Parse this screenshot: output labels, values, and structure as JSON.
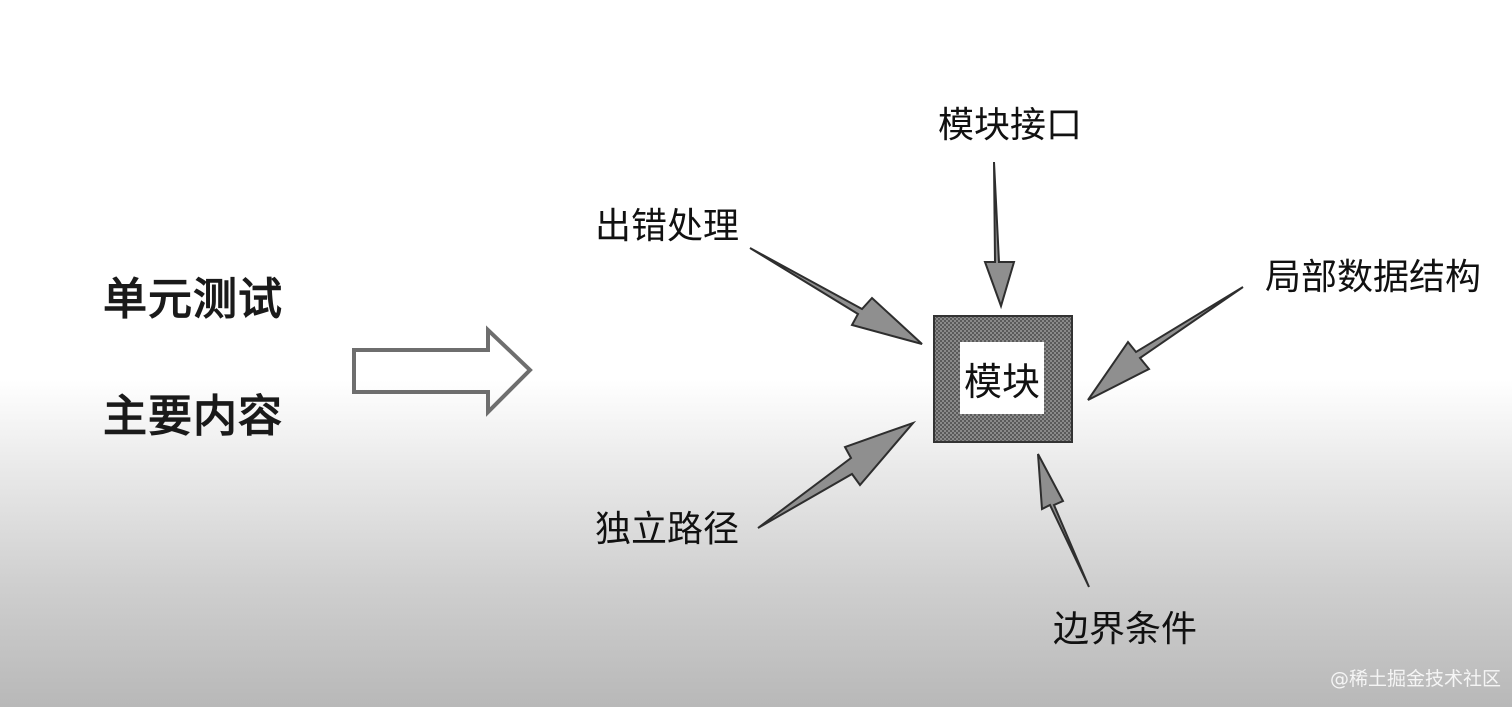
{
  "headings": {
    "line1": "单元测试",
    "line2": "主要内容"
  },
  "diagram": {
    "center_label": "模块",
    "factors": {
      "module_interface": "模块接口",
      "error_handling": "出错处理",
      "local_data_structure": "局部数据结构",
      "independent_paths": "独立路径",
      "boundary_conditions": "边界条件"
    }
  },
  "watermark": "@稀土掘金技术社区"
}
